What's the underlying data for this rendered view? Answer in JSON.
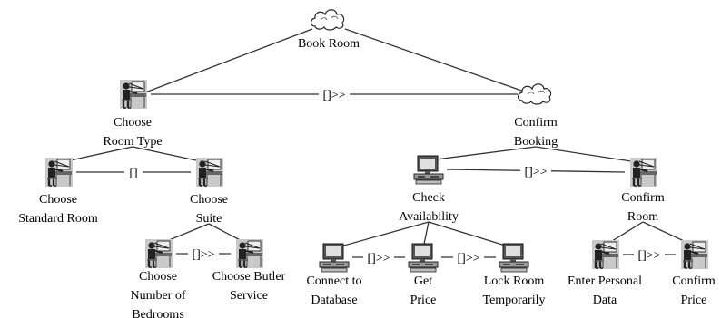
{
  "nodes": {
    "book_room": {
      "label": [
        "Book Room"
      ],
      "kind": "abstract"
    },
    "choose_room_type": {
      "label": [
        "Choose",
        "Room Type"
      ],
      "kind": "user"
    },
    "confirm_booking": {
      "label": [
        "Confirm",
        "Booking"
      ],
      "kind": "abstract"
    },
    "choose_standard_room": {
      "label": [
        "Choose",
        "Standard Room"
      ],
      "kind": "user"
    },
    "choose_suite": {
      "label": [
        "Choose",
        "Suite"
      ],
      "kind": "user"
    },
    "choose_bedrooms": {
      "label": [
        "Choose",
        "Number of",
        "Bedrooms"
      ],
      "kind": "user"
    },
    "choose_butler": {
      "label": [
        "Choose Butler",
        "Service"
      ],
      "kind": "user"
    },
    "check_availability": {
      "label": [
        "Check",
        "Availability"
      ],
      "kind": "application"
    },
    "confirm_room": {
      "label": [
        "Confirm",
        "Room"
      ],
      "kind": "user"
    },
    "connect_database": {
      "label": [
        "Connect to",
        "Database"
      ],
      "kind": "application"
    },
    "get_price": {
      "label": [
        "Get",
        "Price"
      ],
      "kind": "application"
    },
    "lock_room": {
      "label": [
        "Lock Room",
        "Temporarily"
      ],
      "kind": "application"
    },
    "enter_personal_data": {
      "label": [
        "Enter Personal",
        "Data"
      ],
      "kind": "user"
    },
    "confirm_price": {
      "label": [
        "Confirm",
        "Price"
      ],
      "kind": "user"
    }
  },
  "hierarchy": [
    [
      "book_room",
      "choose_room_type"
    ],
    [
      "book_room",
      "confirm_booking"
    ],
    [
      "choose_room_type",
      "choose_standard_room"
    ],
    [
      "choose_room_type",
      "choose_suite"
    ],
    [
      "choose_suite",
      "choose_bedrooms"
    ],
    [
      "choose_suite",
      "choose_butler"
    ],
    [
      "confirm_booking",
      "check_availability"
    ],
    [
      "confirm_booking",
      "confirm_room"
    ],
    [
      "check_availability",
      "connect_database"
    ],
    [
      "check_availability",
      "get_price"
    ],
    [
      "check_availability",
      "lock_room"
    ],
    [
      "confirm_room",
      "enter_personal_data"
    ],
    [
      "confirm_room",
      "confirm_price"
    ]
  ],
  "operators": [
    {
      "from": "choose_room_type",
      "to": "confirm_booking",
      "op": "[]>>"
    },
    {
      "from": "choose_standard_room",
      "to": "choose_suite",
      "op": "[]"
    },
    {
      "from": "choose_bedrooms",
      "to": "choose_butler",
      "op": "[]>>"
    },
    {
      "from": "check_availability",
      "to": "confirm_room",
      "op": "[]>>"
    },
    {
      "from": "connect_database",
      "to": "get_price",
      "op": "[]>>"
    },
    {
      "from": "get_price",
      "to": "lock_room",
      "op": "[]>>"
    },
    {
      "from": "enter_personal_data",
      "to": "confirm_price",
      "op": "[]>>"
    }
  ],
  "icons": {
    "abstract": "cloud-icon",
    "user": "user-at-computer-icon",
    "application": "computer-icon"
  }
}
